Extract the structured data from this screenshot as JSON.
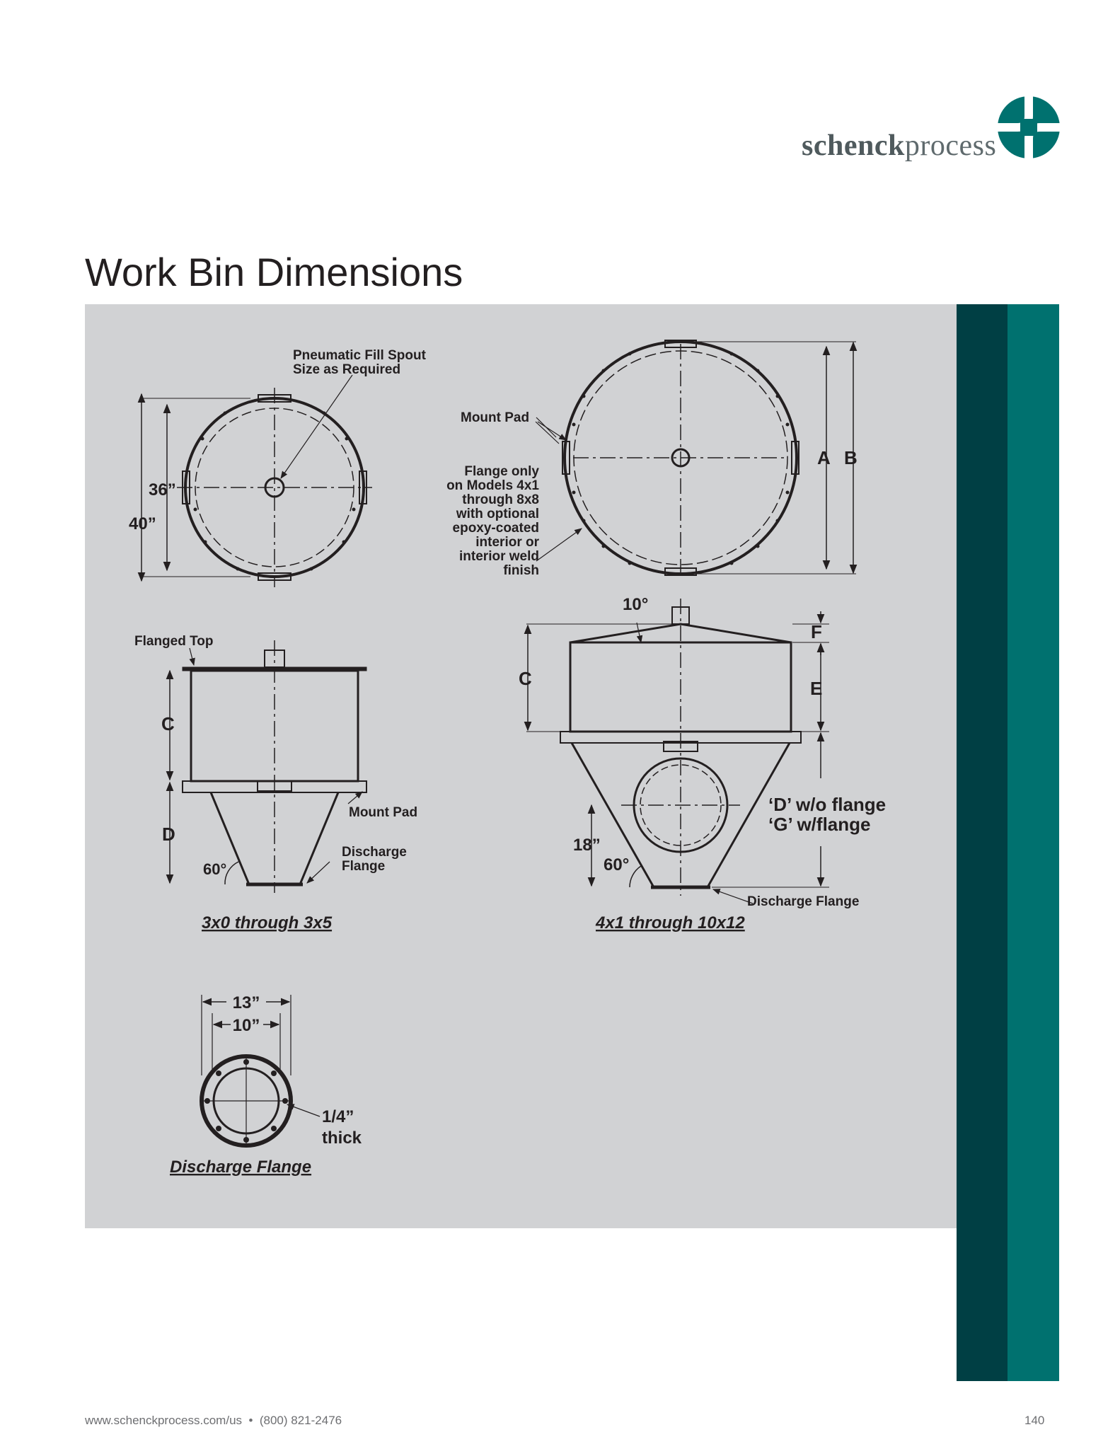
{
  "brand": {
    "name_bold": "schenck",
    "name_regular": "process",
    "logo_icon": "schenck-process-logo-icon",
    "color_teal": "#00716f",
    "color_dark": "#003f44"
  },
  "page": {
    "title": "Work Bin Dimensions",
    "panel_color": "#d1d2d4"
  },
  "diagram": {
    "top_left": {
      "callout_spout_line1": "Pneumatic Fill Spout",
      "callout_spout_line2": "Size as Required",
      "dim_inner": "36”",
      "dim_outer": "40”"
    },
    "top_right": {
      "callout_mount_pad": "Mount Pad",
      "flange_note": [
        "Flange only",
        "on Models 4x1",
        "through 8x8",
        "with optional",
        "epoxy-coated",
        "interior or",
        "interior weld",
        "finish"
      ],
      "dim_a": "A",
      "dim_b": "B"
    },
    "small_bin": {
      "callout_flanged_top": "Flanged Top",
      "dim_c": "C",
      "dim_d": "D",
      "angle": "60°",
      "callout_mount_pad": "Mount Pad",
      "callout_discharge_line1": "Discharge",
      "callout_discharge_line2": "Flange",
      "caption": "3x0 through 3x5"
    },
    "large_bin": {
      "angle_top": "10°",
      "dim_c": "C",
      "dim_f": "F",
      "dim_e": "E",
      "dim_d_note": "‘D’ w/o flange",
      "dim_g_note": "‘G’ w/flange",
      "dim_18": "18”",
      "angle_bottom": "60°",
      "callout_discharge": "Discharge Flange",
      "caption": "4x1 through 10x12"
    },
    "discharge_flange": {
      "dim_outer": "13”",
      "dim_inner": "10”",
      "thickness_line1": "1/4”",
      "thickness_line2": "thick",
      "caption": "Discharge Flange"
    }
  },
  "footer": {
    "contact": "www.schenckprocess.com/us  •  (800) 821-2476",
    "page_number": "140"
  }
}
